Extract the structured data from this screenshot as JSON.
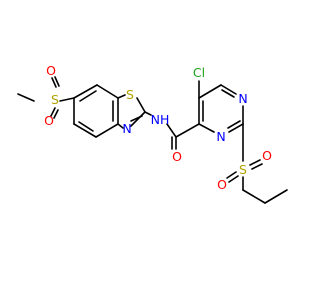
{
  "molecule": {
    "bond_color": "#000000",
    "background": "#ffffff",
    "atoms": {
      "sulfonyl_left_o_top": "O",
      "sulfonyl_left_s": "S",
      "sulfonyl_left_o_bottom": "O",
      "thiazole_s": "S",
      "thiazole_n": "N",
      "amide_nh": "NH",
      "amide_o": "O",
      "chloro": "Cl",
      "pyrimidine_n1": "N",
      "pyrimidine_n3": "N",
      "sulfonyl_right_s": "S",
      "sulfonyl_right_o_left": "O",
      "sulfonyl_right_o_right": "O"
    },
    "colors": {
      "O": "#ff0000",
      "N": "#0000ff",
      "S": "#b2a200",
      "Cl": "#1fa31f"
    }
  }
}
